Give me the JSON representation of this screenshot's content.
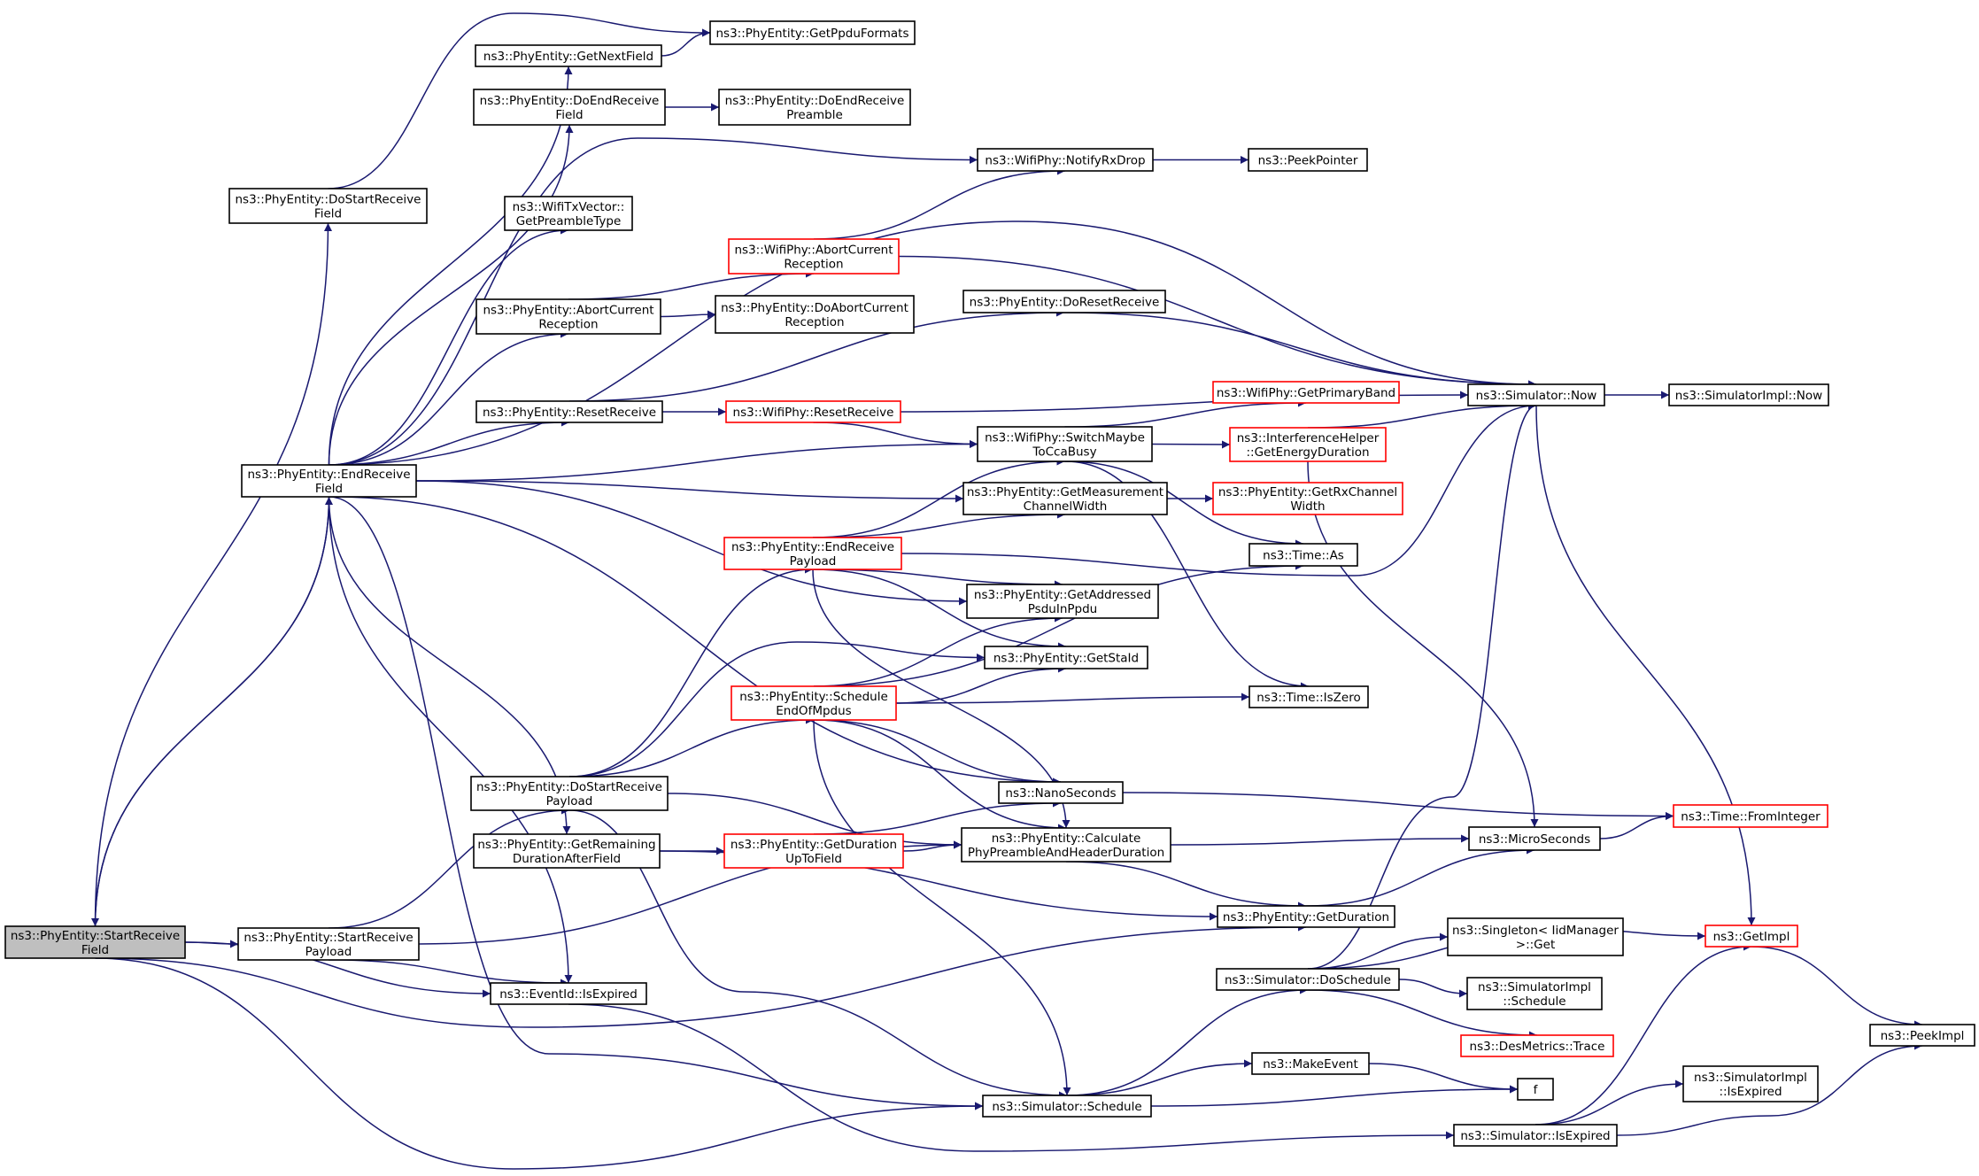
{
  "colors": {
    "edge": "#191970",
    "node_border": "#000000",
    "node_border_incomplete": "#ff0000",
    "node_fill": "#ffffff",
    "node_fill_root": "#bfbfbf"
  },
  "nodes": [
    {
      "id": "start_receive_field",
      "lines": [
        "ns3::PhyEntity::StartReceive",
        "Field"
      ],
      "root": true
    },
    {
      "id": "do_start_receive_field",
      "lines": [
        "ns3::PhyEntity::DoStartReceive",
        "Field"
      ]
    },
    {
      "id": "end_receive_field",
      "lines": [
        "ns3::PhyEntity::EndReceive",
        "Field"
      ]
    },
    {
      "id": "start_receive_payload",
      "lines": [
        "ns3::PhyEntity::StartReceive",
        "Payload"
      ]
    },
    {
      "id": "get_next_field",
      "lines": [
        "ns3::PhyEntity::GetNextField"
      ]
    },
    {
      "id": "get_ppdu_formats",
      "lines": [
        "ns3::PhyEntity::GetPpduFormats"
      ]
    },
    {
      "id": "do_end_receive_field",
      "lines": [
        "ns3::PhyEntity::DoEndReceive",
        "Field"
      ]
    },
    {
      "id": "do_end_receive_preamble",
      "lines": [
        "ns3::PhyEntity::DoEndReceive",
        "Preamble"
      ]
    },
    {
      "id": "notify_rx_drop",
      "lines": [
        "ns3::WifiPhy::NotifyRxDrop"
      ]
    },
    {
      "id": "peek_pointer",
      "lines": [
        "ns3::PeekPointer"
      ]
    },
    {
      "id": "get_preamble_type",
      "lines": [
        "ns3::WifiTxVector::",
        "GetPreambleType"
      ]
    },
    {
      "id": "wifiphy_abort_current_reception",
      "lines": [
        "ns3::WifiPhy::AbortCurrent",
        "Reception"
      ],
      "incomplete": true
    },
    {
      "id": "phyentity_abort_current_reception",
      "lines": [
        "ns3::PhyEntity::AbortCurrent",
        "Reception"
      ]
    },
    {
      "id": "do_abort_current_reception",
      "lines": [
        "ns3::PhyEntity::DoAbortCurrent",
        "Reception"
      ]
    },
    {
      "id": "do_reset_receive",
      "lines": [
        "ns3::PhyEntity::DoResetReceive"
      ]
    },
    {
      "id": "phyentity_reset_receive",
      "lines": [
        "ns3::PhyEntity::ResetReceive"
      ]
    },
    {
      "id": "wifiphy_reset_receive",
      "lines": [
        "ns3::WifiPhy::ResetReceive"
      ],
      "incomplete": true
    },
    {
      "id": "get_primary_band",
      "lines": [
        "ns3::WifiPhy::GetPrimaryBand"
      ],
      "incomplete": true
    },
    {
      "id": "simulator_now",
      "lines": [
        "ns3::Simulator::Now"
      ]
    },
    {
      "id": "simulatorimpl_now",
      "lines": [
        "ns3::SimulatorImpl::Now"
      ]
    },
    {
      "id": "switch_maybe_to_cca_busy",
      "lines": [
        "ns3::WifiPhy::SwitchMaybe",
        "ToCcaBusy"
      ]
    },
    {
      "id": "get_energy_duration",
      "lines": [
        "ns3::InterferenceHelper",
        "::GetEnergyDuration"
      ],
      "incomplete": true
    },
    {
      "id": "get_measurement_channel_width",
      "lines": [
        "ns3::PhyEntity::GetMeasurement",
        "ChannelWidth"
      ]
    },
    {
      "id": "get_rx_channel_width",
      "lines": [
        "ns3::PhyEntity::GetRxChannel",
        "Width"
      ],
      "incomplete": true
    },
    {
      "id": "end_receive_payload",
      "lines": [
        "ns3::PhyEntity::EndReceive",
        "Payload"
      ],
      "incomplete": true
    },
    {
      "id": "time_as",
      "lines": [
        "ns3::Time::As"
      ]
    },
    {
      "id": "get_addressed_psdu_in_ppdu",
      "lines": [
        "ns3::PhyEntity::GetAddressed",
        "PsduInPpdu"
      ]
    },
    {
      "id": "get_sta_id",
      "lines": [
        "ns3::PhyEntity::GetStaId"
      ]
    },
    {
      "id": "schedule_end_of_mpdus",
      "lines": [
        "ns3::PhyEntity::Schedule",
        "EndOfMpdus"
      ],
      "incomplete": true
    },
    {
      "id": "time_is_zero",
      "lines": [
        "ns3::Time::IsZero"
      ]
    },
    {
      "id": "do_start_receive_payload",
      "lines": [
        "ns3::PhyEntity::DoStartReceive",
        "Payload"
      ]
    },
    {
      "id": "nano_seconds",
      "lines": [
        "ns3::NanoSeconds"
      ]
    },
    {
      "id": "time_from_integer",
      "lines": [
        "ns3::Time::FromInteger"
      ],
      "incomplete": true
    },
    {
      "id": "get_remaining_duration_after_field",
      "lines": [
        "ns3::PhyEntity::GetRemaining",
        "DurationAfterField"
      ]
    },
    {
      "id": "get_duration_up_to_field",
      "lines": [
        "ns3::PhyEntity::GetDuration",
        "UpToField"
      ],
      "incomplete": true
    },
    {
      "id": "calculate_phy_preamble_and_header_duration",
      "lines": [
        "ns3::PhyEntity::Calculate",
        "PhyPreambleAndHeaderDuration"
      ]
    },
    {
      "id": "micro_seconds",
      "lines": [
        "ns3::MicroSeconds"
      ]
    },
    {
      "id": "phyentity_get_duration",
      "lines": [
        "ns3::PhyEntity::GetDuration"
      ]
    },
    {
      "id": "singleton_get",
      "lines": [
        "ns3::Singleton< IidManager",
        " >::Get"
      ]
    },
    {
      "id": "get_impl",
      "lines": [
        "ns3::GetImpl"
      ],
      "incomplete": true
    },
    {
      "id": "simulator_do_schedule",
      "lines": [
        "ns3::Simulator::DoSchedule"
      ]
    },
    {
      "id": "simulatorimpl_schedule",
      "lines": [
        "ns3::SimulatorImpl",
        "::Schedule"
      ]
    },
    {
      "id": "event_id_is_expired",
      "lines": [
        "ns3::EventId::IsExpired"
      ]
    },
    {
      "id": "des_metrics_trace",
      "lines": [
        "ns3::DesMetrics::Trace"
      ],
      "incomplete": true
    },
    {
      "id": "peek_impl",
      "lines": [
        "ns3::PeekImpl"
      ]
    },
    {
      "id": "make_event",
      "lines": [
        "ns3::MakeEvent"
      ]
    },
    {
      "id": "f",
      "lines": [
        "f"
      ]
    },
    {
      "id": "simulatorimpl_is_expired",
      "lines": [
        "ns3::SimulatorImpl",
        "::IsExpired"
      ]
    },
    {
      "id": "simulator_schedule",
      "lines": [
        "ns3::Simulator::Schedule"
      ]
    },
    {
      "id": "simulator_is_expired",
      "lines": [
        "ns3::Simulator::IsExpired"
      ]
    }
  ],
  "edges": [
    [
      "start_receive_field",
      "do_start_receive_field"
    ],
    [
      "start_receive_field",
      "end_receive_field"
    ],
    [
      "start_receive_field",
      "start_receive_payload"
    ],
    [
      "start_receive_field",
      "event_id_is_expired"
    ],
    [
      "start_receive_field",
      "phyentity_get_duration"
    ],
    [
      "start_receive_field",
      "simulator_schedule"
    ],
    [
      "do_start_receive_field",
      "get_ppdu_formats"
    ],
    [
      "end_receive_field",
      "start_receive_field"
    ],
    [
      "end_receive_field",
      "get_next_field"
    ],
    [
      "end_receive_field",
      "do_end_receive_field"
    ],
    [
      "end_receive_field",
      "notify_rx_drop"
    ],
    [
      "end_receive_field",
      "get_preamble_type"
    ],
    [
      "end_receive_field",
      "simulator_now"
    ],
    [
      "end_receive_field",
      "phyentity_abort_current_reception"
    ],
    [
      "end_receive_field",
      "phyentity_reset_receive"
    ],
    [
      "end_receive_field",
      "switch_maybe_to_cca_busy"
    ],
    [
      "end_receive_field",
      "get_measurement_channel_width"
    ],
    [
      "end_receive_field",
      "get_addressed_psdu_in_ppdu"
    ],
    [
      "end_receive_field",
      "nano_seconds"
    ],
    [
      "end_receive_field",
      "get_remaining_duration_after_field"
    ],
    [
      "end_receive_field",
      "event_id_is_expired"
    ],
    [
      "end_receive_field",
      "simulator_schedule"
    ],
    [
      "get_next_field",
      "get_ppdu_formats"
    ],
    [
      "do_end_receive_field",
      "do_end_receive_preamble"
    ],
    [
      "notify_rx_drop",
      "peek_pointer"
    ],
    [
      "wifiphy_abort_current_reception",
      "notify_rx_drop"
    ],
    [
      "wifiphy_abort_current_reception",
      "simulator_now"
    ],
    [
      "phyentity_abort_current_reception",
      "wifiphy_abort_current_reception"
    ],
    [
      "phyentity_abort_current_reception",
      "do_abort_current_reception"
    ],
    [
      "phyentity_reset_receive",
      "do_reset_receive"
    ],
    [
      "phyentity_reset_receive",
      "wifiphy_reset_receive"
    ],
    [
      "do_reset_receive",
      "simulator_now"
    ],
    [
      "wifiphy_reset_receive",
      "simulator_now"
    ],
    [
      "wifiphy_reset_receive",
      "switch_maybe_to_cca_busy"
    ],
    [
      "switch_maybe_to_cca_busy",
      "get_primary_band"
    ],
    [
      "switch_maybe_to_cca_busy",
      "get_energy_duration"
    ],
    [
      "switch_maybe_to_cca_busy",
      "time_as"
    ],
    [
      "switch_maybe_to_cca_busy",
      "time_is_zero"
    ],
    [
      "get_energy_duration",
      "simulator_now"
    ],
    [
      "get_energy_duration",
      "micro_seconds"
    ],
    [
      "simulator_now",
      "simulatorimpl_now"
    ],
    [
      "simulator_now",
      "get_impl"
    ],
    [
      "get_measurement_channel_width",
      "get_rx_channel_width"
    ],
    [
      "end_receive_payload",
      "switch_maybe_to_cca_busy"
    ],
    [
      "end_receive_payload",
      "get_measurement_channel_width"
    ],
    [
      "end_receive_payload",
      "simulator_now"
    ],
    [
      "end_receive_payload",
      "get_addressed_psdu_in_ppdu"
    ],
    [
      "end_receive_payload",
      "get_sta_id"
    ],
    [
      "end_receive_payload",
      "calculate_phy_preamble_and_header_duration"
    ],
    [
      "start_receive_payload",
      "do_start_receive_payload"
    ],
    [
      "start_receive_payload",
      "calculate_phy_preamble_and_header_duration"
    ],
    [
      "start_receive_payload",
      "event_id_is_expired"
    ],
    [
      "do_start_receive_payload",
      "end_receive_payload"
    ],
    [
      "do_start_receive_payload",
      "get_sta_id"
    ],
    [
      "do_start_receive_payload",
      "schedule_end_of_mpdus"
    ],
    [
      "do_start_receive_payload",
      "calculate_phy_preamble_and_header_duration"
    ],
    [
      "do_start_receive_payload",
      "simulator_schedule"
    ],
    [
      "schedule_end_of_mpdus",
      "get_addressed_psdu_in_ppdu"
    ],
    [
      "schedule_end_of_mpdus",
      "get_sta_id"
    ],
    [
      "schedule_end_of_mpdus",
      "time_as"
    ],
    [
      "schedule_end_of_mpdus",
      "time_is_zero"
    ],
    [
      "schedule_end_of_mpdus",
      "nano_seconds"
    ],
    [
      "schedule_end_of_mpdus",
      "calculate_phy_preamble_and_header_duration"
    ],
    [
      "schedule_end_of_mpdus",
      "simulator_schedule"
    ],
    [
      "get_remaining_duration_after_field",
      "get_duration_up_to_field"
    ],
    [
      "get_remaining_duration_after_field",
      "phyentity_get_duration"
    ],
    [
      "get_duration_up_to_field",
      "nano_seconds"
    ],
    [
      "get_duration_up_to_field",
      "calculate_phy_preamble_and_header_duration"
    ],
    [
      "nano_seconds",
      "time_from_integer"
    ],
    [
      "calculate_phy_preamble_and_header_duration",
      "micro_seconds"
    ],
    [
      "calculate_phy_preamble_and_header_duration",
      "phyentity_get_duration"
    ],
    [
      "micro_seconds",
      "time_from_integer"
    ],
    [
      "phyentity_get_duration",
      "micro_seconds"
    ],
    [
      "simulator_do_schedule",
      "simulator_now"
    ],
    [
      "simulator_do_schedule",
      "get_impl"
    ],
    [
      "simulator_do_schedule",
      "singleton_get"
    ],
    [
      "simulator_do_schedule",
      "simulatorimpl_schedule"
    ],
    [
      "simulator_do_schedule",
      "des_metrics_trace"
    ],
    [
      "get_impl",
      "peek_impl"
    ],
    [
      "simulator_schedule",
      "simulator_do_schedule"
    ],
    [
      "simulator_schedule",
      "make_event"
    ],
    [
      "simulator_schedule",
      "f"
    ],
    [
      "make_event",
      "f"
    ],
    [
      "event_id_is_expired",
      "simulator_is_expired"
    ],
    [
      "simulator_is_expired",
      "simulatorimpl_is_expired"
    ],
    [
      "simulator_is_expired",
      "get_impl"
    ],
    [
      "simulator_is_expired",
      "peek_impl"
    ]
  ]
}
